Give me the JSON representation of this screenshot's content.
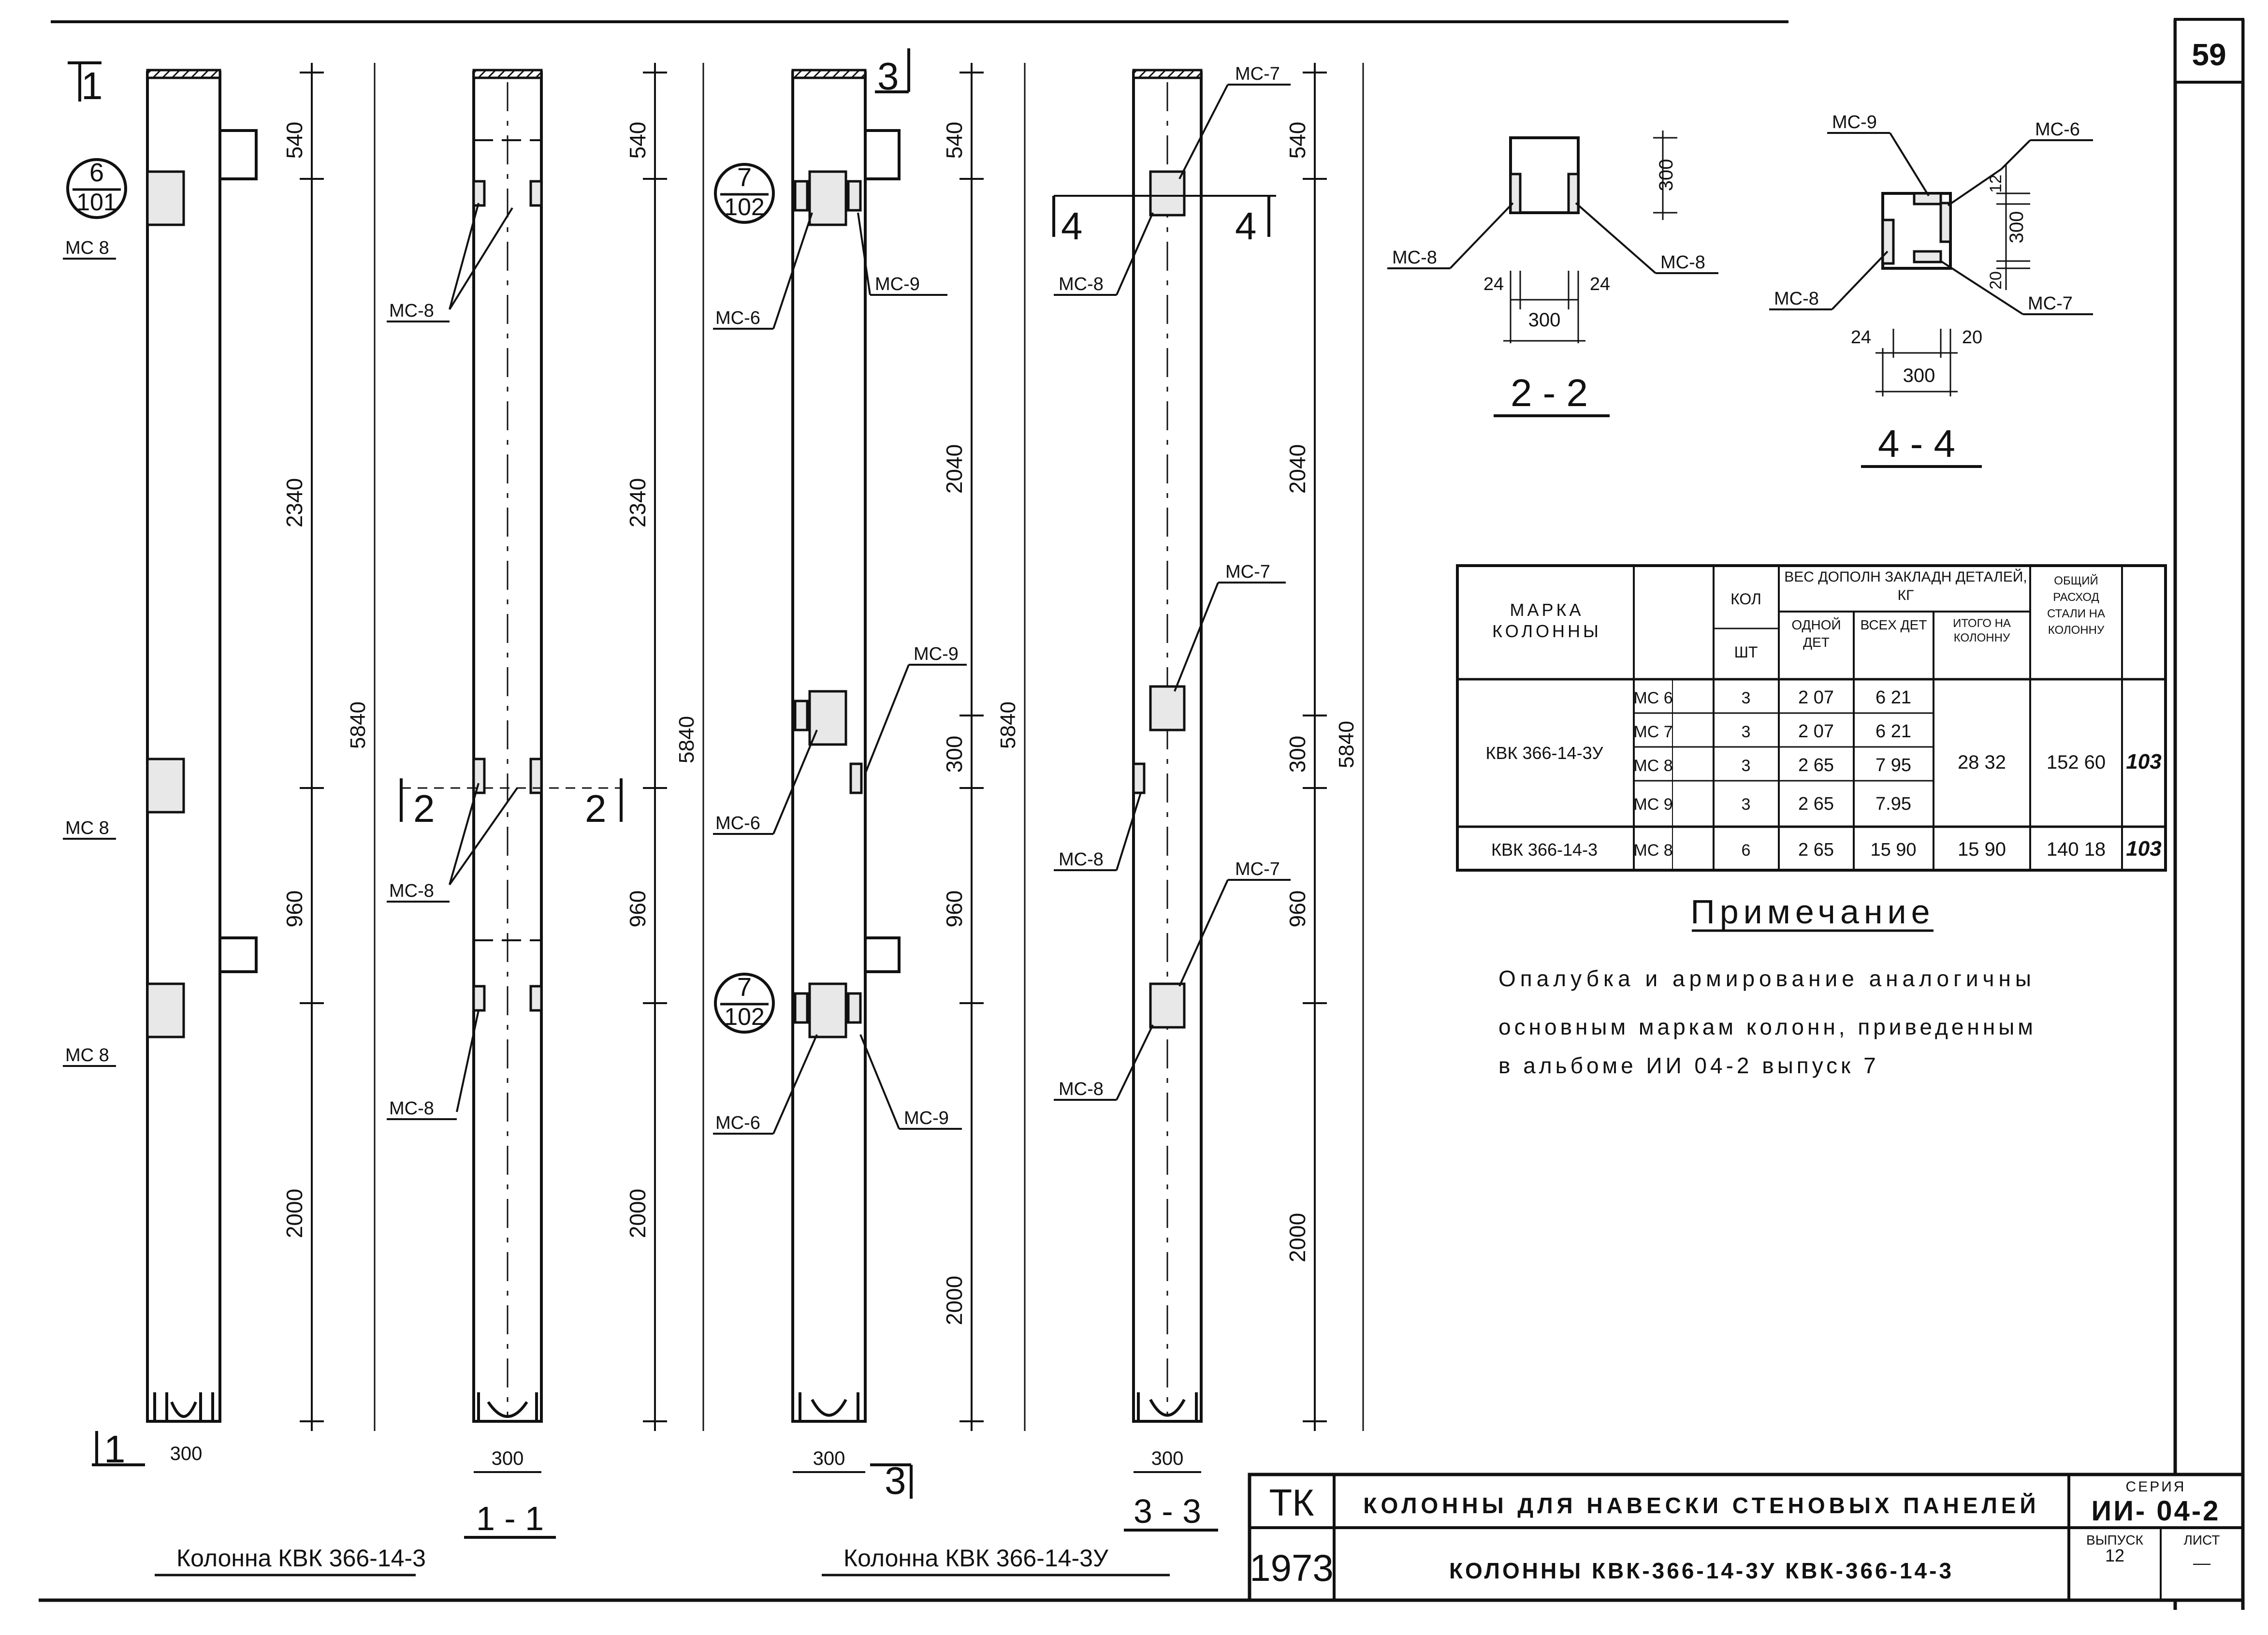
{
  "sheet": {
    "page_number": "59"
  },
  "columns": {
    "kbk3_title": "Колонна КВК 366-14-3",
    "kbk3u_title": "Колонна КВК 366-14-3У",
    "width": "300",
    "width_left": "300",
    "dims_left": [
      "540",
      "2340",
      "960",
      "2000"
    ],
    "dims_right": [
      "540",
      "2040",
      "300",
      "960",
      "2000"
    ],
    "total": "5840"
  },
  "sections": {
    "s11": "1 - 1",
    "s22": "2 - 2",
    "s33": "3 - 3",
    "s44": "4 - 4",
    "cut1": "1",
    "cut2": "2",
    "cut3": "3",
    "cut4": "4"
  },
  "callouts": {
    "c1_top": "6",
    "c1_bot": "101",
    "c2_top": "7",
    "c2_bot": "102"
  },
  "marks": {
    "mc6": "МС-6",
    "mc7": "МС-7",
    "mc8": "МС-8",
    "mc9": "МС-9",
    "mc8_short": "МС 8"
  },
  "details": {
    "d2_dims": [
      "24",
      "300",
      "24",
      "300"
    ],
    "d4_dims": [
      "24",
      "300",
      "20",
      "12",
      "300",
      "20"
    ]
  },
  "table": {
    "headers": {
      "mark": "МАРКА КОЛОННЫ",
      "qty": "КОЛ",
      "qty_unit": "ШТ",
      "weight": "ВЕС ДОПОЛН ЗАКЛАДН ДЕТАЛЕЙ, КГ",
      "one": "ОДНОЙ ДЕТ",
      "all": "ВСЕХ ДЕТ",
      "total": "ИТОГО НА КОЛОННУ",
      "steel": "ОБЩИЙ РАСХОД СТАЛИ НА КОЛОННУ"
    },
    "rows": [
      {
        "mark": "КВК 366-14-3У",
        "items": [
          {
            "part": "МС 6",
            "qty": "3",
            "one": "2 07",
            "all": "6 21"
          },
          {
            "part": "МС 7",
            "qty": "3",
            "one": "2 07",
            "all": "6 21"
          },
          {
            "part": "МС 8",
            "qty": "3",
            "one": "2 65",
            "all": "7 95"
          },
          {
            "part": "МС 9",
            "qty": "3",
            "one": "2 65",
            "all": "7.95"
          }
        ],
        "total": "28 32",
        "steel": "152 60",
        "extra": "103"
      },
      {
        "mark": "КВК 366-14-3",
        "items": [
          {
            "part": "МС 8",
            "qty": "6",
            "one": "2 65",
            "all": "15 90"
          }
        ],
        "total": "15 90",
        "steel": "140 18",
        "extra": "103"
      }
    ]
  },
  "note": {
    "title": "Примечание",
    "lines": [
      "Опалубка и армирование аналогичны",
      "основным маркам колонн, приведенным",
      "в альбоме ИИ 04-2 выпуск 7"
    ]
  },
  "stamp": {
    "org": "ТК",
    "year": "1973",
    "title1": "КОЛОННЫ ДЛЯ НАВЕСКИ СТЕНОВЫХ ПАНЕЛЕЙ",
    "title2": "КОЛОННЫ КВК-366-14-3У КВК-366-14-3",
    "series_label": "СЕРИЯ",
    "series": "ИИ- 04-2",
    "issue_label": "ВЫПУСК",
    "issue": "12",
    "sheet_label": "ЛИСТ",
    "sheet": "—"
  }
}
